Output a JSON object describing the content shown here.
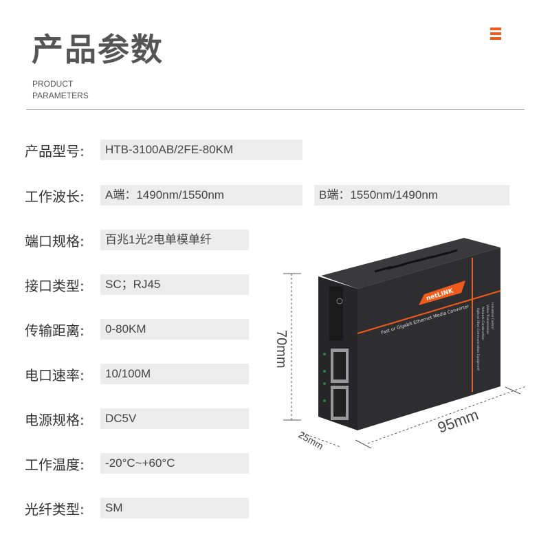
{
  "header": {
    "title": "产品参数",
    "subtitle_line1": "PRODUCT",
    "subtitle_line2": "PARAMETERS"
  },
  "specs": [
    {
      "label": "产品型号:",
      "value": "HTB-3100AB/2FE-80KM"
    },
    {
      "label": "工作波长:",
      "value": "A端：1490nm/1550nm",
      "value_b": "B端：1550nm/1490nm"
    },
    {
      "label": "端口规格:",
      "value": "百兆1光2电单模单纤"
    },
    {
      "label": "接口类型:",
      "value": "SC；RJ45"
    },
    {
      "label": "传输距离:",
      "value": "0-80KM"
    },
    {
      "label": "电口速率:",
      "value": "10/100M"
    },
    {
      "label": "电源规格:",
      "value": "DC5V"
    },
    {
      "label": "工作温度:",
      "value": "-20°C~+60°C"
    },
    {
      "label": "光纤类型:",
      "value": "SM"
    }
  ],
  "device": {
    "brand": "netLINK",
    "tagline": "Fast or Gigabit Ethernet Media Converter",
    "side_text": [
      "Industrial Control",
      "Video Transmission",
      "Network Construction",
      "Optical Fiber Communication Equipment"
    ],
    "dim_height": "70mm",
    "dim_length": "95mm",
    "dim_width": "25mm"
  },
  "colors": {
    "accent": "#f05a1a",
    "field_bg": "#ececec",
    "device_body": "#2e2e30"
  }
}
